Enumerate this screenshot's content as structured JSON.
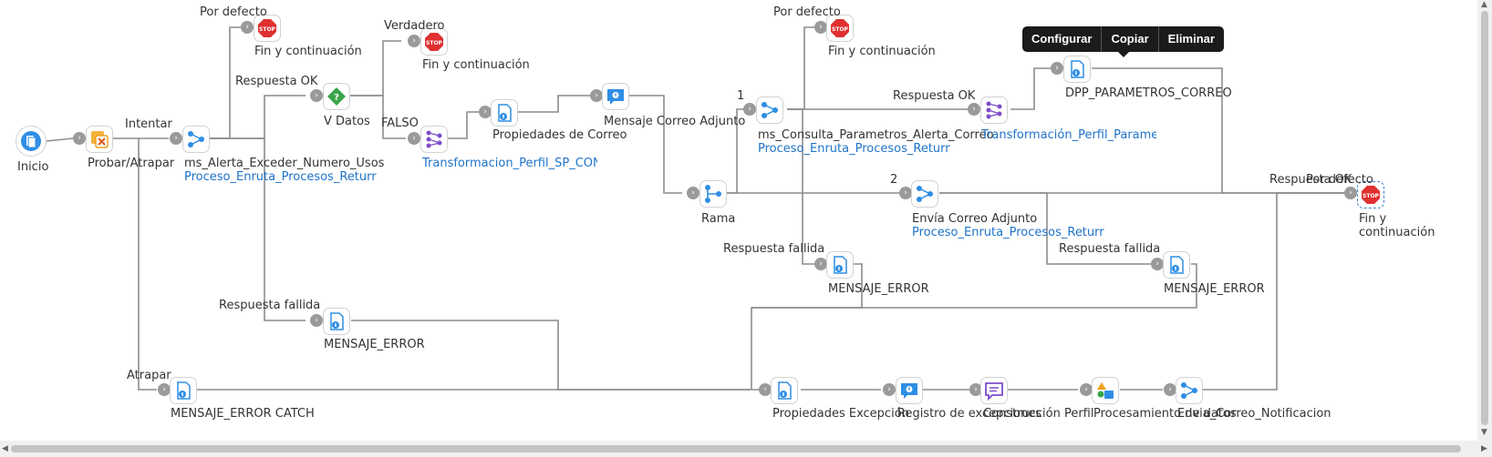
{
  "toolbar": {
    "configure": "Configurar",
    "copy": "Copiar",
    "delete": "Eliminar"
  },
  "nodes": {
    "inicio": "Inicio",
    "probar": "Probar/Atrapar",
    "ms_alerta": "ms_Alerta_Exceder_Numero_Usos",
    "ms_alerta_sub": "Proceso_Enruta_Procesos_Returr",
    "fin1": "Fin y continuación",
    "v_datos": "V Datos",
    "fin2": "Fin y continuación",
    "transf_sp": "Transformacion_Perfil_SP_CONSU",
    "props_correo": "Propiedades de Correo",
    "msg_correo": "Mensaje Correo Adjunto",
    "rama": "Rama",
    "ms_consulta": "ms_Consulta_Parametros_Alerta_Correo",
    "ms_consulta_sub": "Proceso_Enruta_Procesos_Returr",
    "fin3": "Fin y continuación",
    "transf_param": "Transformación_Perfil_Parametro",
    "dpp": "DPP_PARAMETROS_CORREO",
    "envia": "Envía Correo Adjunto",
    "envia_sub": "Proceso_Enruta_Procesos_Returr",
    "fin4_a": "Fin y",
    "fin4_b": "continuación",
    "msg_err1": "MENSAJE_ERROR",
    "msg_err2": "MENSAJE_ERROR",
    "msg_err3": "MENSAJE_ERROR",
    "msg_catch": "MENSAJE_ERROR CATCH",
    "props_exc": "Propiedades Excepción",
    "registro": "Registro de excepciones",
    "construccion": "Construcción Perfil",
    "procesamiento": "Procesamiento de datos",
    "envia_notif": "Envia_Correo_Notificacion"
  },
  "routes": {
    "por_defecto_1": "Por defecto",
    "verdadero": "Verdadero",
    "respuesta_ok_1": "Respuesta OK",
    "intentar": "Intentar",
    "falso": "FALSO",
    "respuesta_fallida_1": "Respuesta fallida",
    "atrapar": "Atrapar",
    "por_defecto_2": "Por defecto",
    "uno": "1",
    "respuesta_ok_2": "Respuesta OK",
    "dos": "2",
    "respuesta_fallida_2": "Respuesta fallida",
    "respuesta_fallida_3": "Respuesta fallida",
    "respuesta_ok_3": "Respuesta OK",
    "por_defecto_3": "Por defecto"
  },
  "icons": [
    "start-icon",
    "try-catch-icon",
    "connector-icon",
    "stop-icon",
    "decision-icon",
    "map-icon",
    "document-properties-icon",
    "message-icon",
    "branch-icon",
    "notify-icon",
    "data-process-icon"
  ],
  "colors": {
    "connector": "#5a9bd5",
    "stop": "#e03030",
    "decision": "#3aa64a",
    "map": "#7c4dc9",
    "tryCatch": "#f0a020",
    "link": "#1f73c9",
    "toolbar": "#1b1b1b"
  }
}
